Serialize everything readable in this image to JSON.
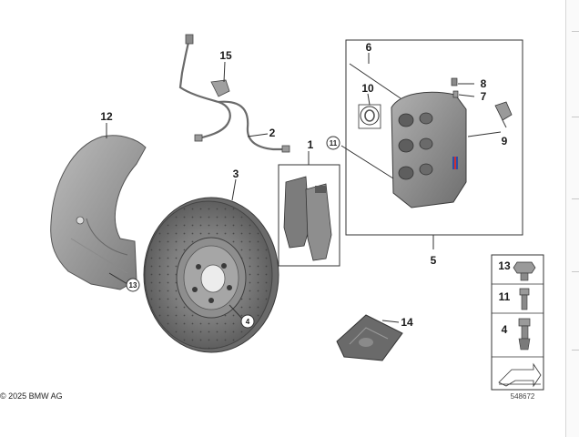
{
  "diagram": {
    "copyright": "© 2025 BMW AG",
    "diagram_id": "548672",
    "part_labels": {
      "p1": "1",
      "p2": "2",
      "p3": "3",
      "p4": "4",
      "p5": "5",
      "p6": "6",
      "p7": "7",
      "p8": "8",
      "p9": "9",
      "p10": "10",
      "p11": "11",
      "p12": "12",
      "p13": "13",
      "p14": "14",
      "p15": "15"
    },
    "legend": [
      {
        "label": "13"
      },
      {
        "label": "11"
      },
      {
        "label": "4"
      }
    ]
  }
}
